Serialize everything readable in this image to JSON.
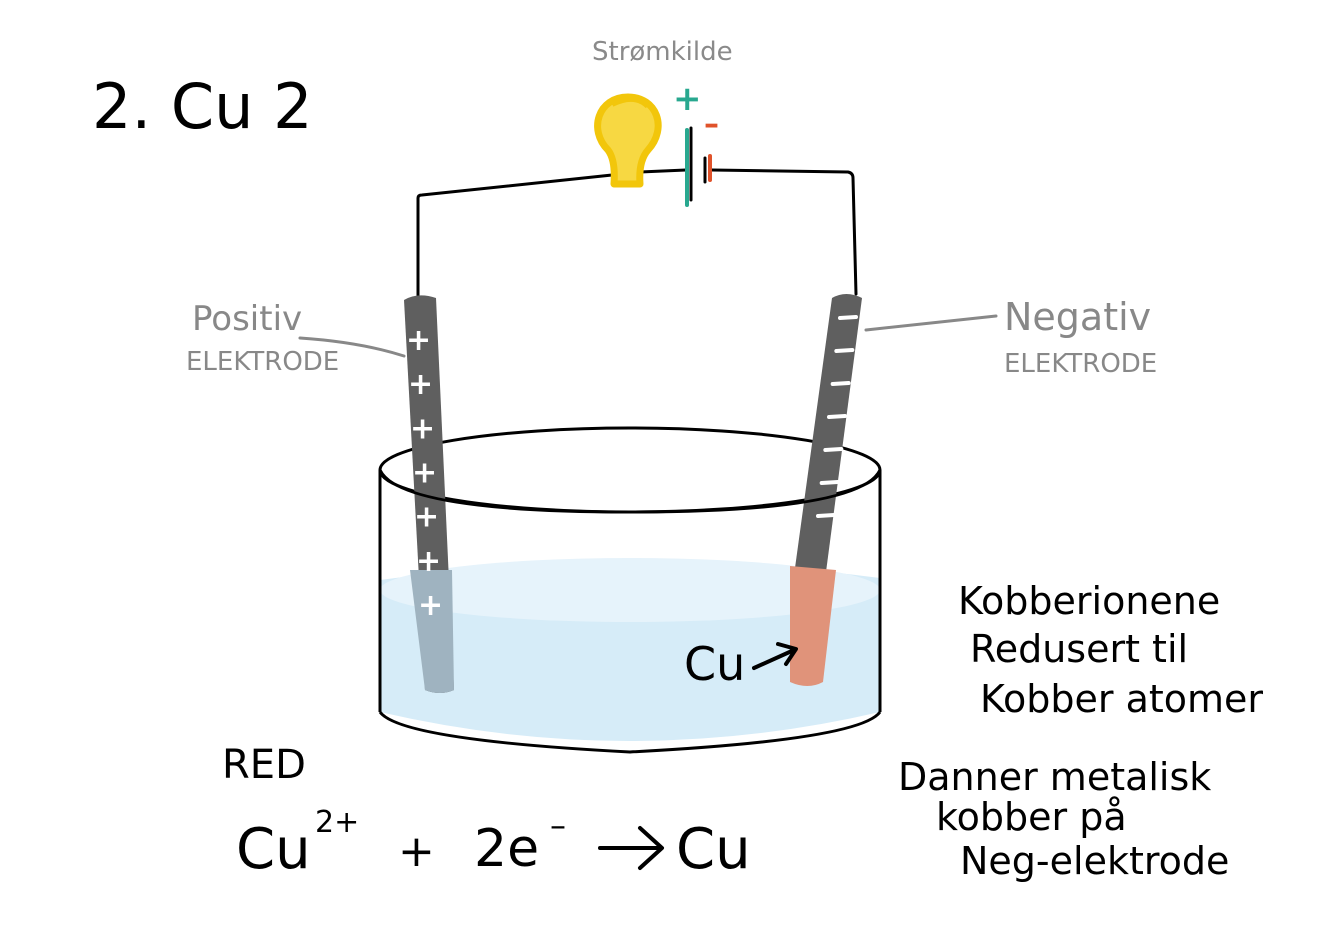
{
  "title": "2. Cu 2",
  "power_source": {
    "label": "Strømkilde",
    "plus_symbol": "+",
    "minus_symbol": "–"
  },
  "electrodes": {
    "positive": {
      "label_line1": "Positiv",
      "label_line2": "ELEKTRODE",
      "charge_symbol": "+",
      "charge_count": 7
    },
    "negative": {
      "label_line1": "Negativ",
      "label_line2": "ELEKTRODE",
      "charge_symbol": "–",
      "charge_count": 7
    }
  },
  "deposit_label": "Cu",
  "reaction": {
    "heading": "RED",
    "lhs": "Cu",
    "lhs_sup": "2+",
    "plus": "+",
    "electrons": "2e",
    "electrons_sup": "–",
    "product": "Cu"
  },
  "notes": {
    "block1": [
      "Kobberionene",
      "Redusert til",
      "Kobber atomer"
    ],
    "block2": [
      "Danner metalisk",
      "kobber på",
      "Neg-elektrode"
    ]
  },
  "colors": {
    "electrode": "#5f5f5f",
    "copper_deposit": "#e0937a",
    "solution": "#d6ecf8",
    "bulb": "#f7d842",
    "bulb_glow": "#f2c60b",
    "plus_sign": "#28a88f",
    "minus_sign": "#e0522a",
    "label_grey": "#888888"
  }
}
